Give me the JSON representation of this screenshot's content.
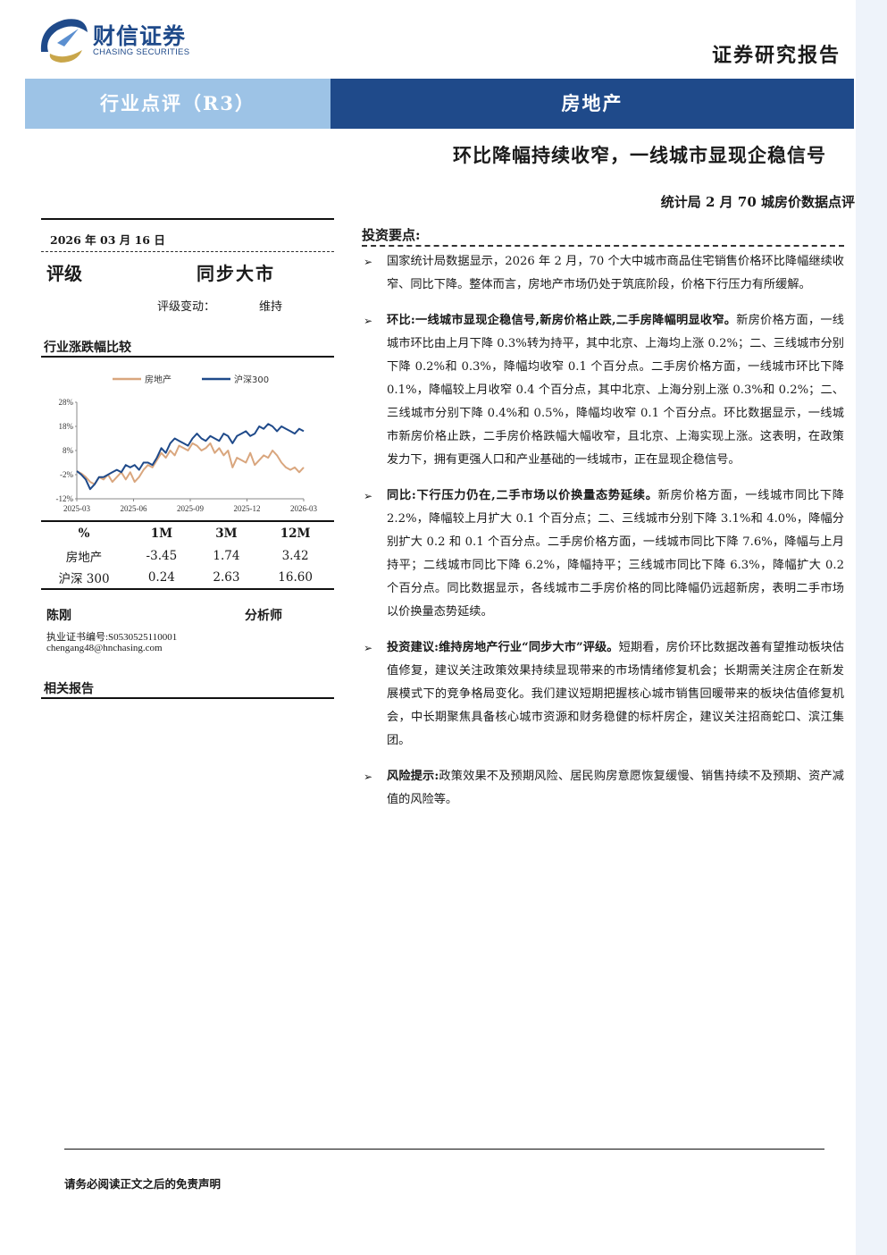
{
  "header": {
    "logo_cn": "财信证券",
    "logo_en": "CHASING SECURITIES",
    "report_type": "证券研究报告"
  },
  "banner": {
    "category": "行业点评（R3）",
    "sector": "房地产"
  },
  "title": {
    "main": "环比降幅持续收窄，一线城市显现企稳信号",
    "sub": "统计局 2 月 70 城房价数据点评"
  },
  "sidebar": {
    "date": "2026 年 03 月 16 日",
    "rating_label": "评级",
    "rating_value": "同步大市",
    "rating_change_label": "评级变动：",
    "rating_change_value": "维持",
    "compare_title": "行业涨跌幅比较",
    "table": {
      "headers": [
        "%",
        "1M",
        "3M",
        "12M"
      ],
      "rows": [
        [
          "房地产",
          "-3.45",
          "1.74",
          "3.42"
        ],
        [
          "沪深 300",
          "0.24",
          "2.63",
          "16.60"
        ]
      ]
    },
    "analyst": {
      "name": "陈刚",
      "role": "分析师",
      "cert": "执业证书编号:S0530525110001",
      "email": "chengang48@hnchasing.com"
    },
    "related_title": "相关报告"
  },
  "chart_data": {
    "type": "line",
    "legend_position": "top",
    "x_ticks": [
      "2025-03",
      "2025-06",
      "2025-09",
      "2025-12",
      "2026-03"
    ],
    "y_ticks": [
      "28%",
      "18%",
      "8%",
      "-2%",
      "-12%"
    ],
    "ylim": [
      -12,
      28
    ],
    "grid": false,
    "series": [
      {
        "name": "房地产",
        "color": "#d9a67e",
        "values": [
          -0.5,
          -1.5,
          -3,
          -5,
          -6,
          -3,
          -4,
          -2,
          -5,
          -3,
          -1,
          -4,
          -1,
          -5,
          -3,
          0,
          2,
          1,
          4,
          7,
          5,
          8,
          6,
          10,
          9,
          8,
          11,
          10,
          8,
          9,
          11,
          7,
          9,
          6,
          8,
          1,
          5,
          4,
          3,
          7,
          2,
          4,
          6,
          5,
          8,
          6,
          3,
          1,
          0,
          1,
          -1,
          1
        ]
      },
      {
        "name": "沪深300",
        "color": "#1f4a8a",
        "values": [
          -0.5,
          -2,
          -4,
          -8,
          -6,
          -3,
          -3,
          -2,
          -1,
          0,
          -1,
          2,
          1,
          2,
          0,
          3,
          3,
          2,
          5,
          9,
          7,
          11,
          13,
          12,
          11,
          10,
          13,
          15,
          13,
          12,
          14,
          13,
          12,
          15,
          14,
          11,
          14,
          15,
          16,
          14,
          15,
          18,
          17,
          19,
          18,
          16,
          18,
          17,
          16,
          15,
          17,
          16
        ]
      }
    ]
  },
  "content": {
    "section_title": "投资要点:",
    "bullets": [
      {
        "lead": "",
        "text": "国家统计局数据显示，2026 年 2 月，70 个大中城市商品住宅销售价格环比降幅继续收窄、同比下降。整体而言，房地产市场仍处于筑底阶段，价格下行压力有所缓解。"
      },
      {
        "lead": "环比:一线城市显现企稳信号,新房价格止跌,二手房降幅明显收窄。",
        "text": "新房价格方面，一线城市环比由上月下降 0.3%转为持平，其中北京、上海均上涨 0.2%；二、三线城市分别下降 0.2%和 0.3%，降幅均收窄 0.1 个百分点。二手房价格方面，一线城市环比下降 0.1%，降幅较上月收窄 0.4 个百分点，其中北京、上海分别上涨 0.3%和 0.2%；二、三线城市分别下降 0.4%和 0.5%，降幅均收窄 0.1 个百分点。环比数据显示，一线城市新房价格止跌，二手房价格跌幅大幅收窄，且北京、上海实现上涨。这表明，在政策发力下，拥有更强人口和产业基础的一线城市，正在显现企稳信号。"
      },
      {
        "lead": "同比:下行压力仍在,二手市场以价换量态势延续。",
        "text": "新房价格方面，一线城市同比下降 2.2%，降幅较上月扩大 0.1 个百分点；二、三线城市分别下降 3.1%和 4.0%，降幅分别扩大 0.2 和 0.1 个百分点。二手房价格方面，一线城市同比下降 7.6%，降幅与上月持平；二线城市同比下降 6.2%，降幅持平；三线城市同比下降 6.3%，降幅扩大 0.2 个百分点。同比数据显示，各线城市二手房价格的同比降幅仍远超新房，表明二手市场以价换量态势延续。"
      },
      {
        "lead": "投资建议:维持房地产行业“同步大市”评级。",
        "text": "短期看，房价环比数据改善有望推动板块估值修复，建议关注政策效果持续显现带来的市场情绪修复机会；长期需关注房企在新发展模式下的竞争格局变化。我们建议短期把握核心城市销售回暖带来的板块估值修复机会，中长期聚焦具备核心城市资源和财务稳健的标杆房企，建议关注招商蛇口、滨江集团。"
      },
      {
        "lead": "风险提示:",
        "text": "政策效果不及预期风险、居民购房意愿恢复缓慢、销售持续不及预期、资产减值的风险等。"
      }
    ]
  },
  "footer": {
    "disclaimer": "请务必阅读正文之后的免责声明"
  }
}
